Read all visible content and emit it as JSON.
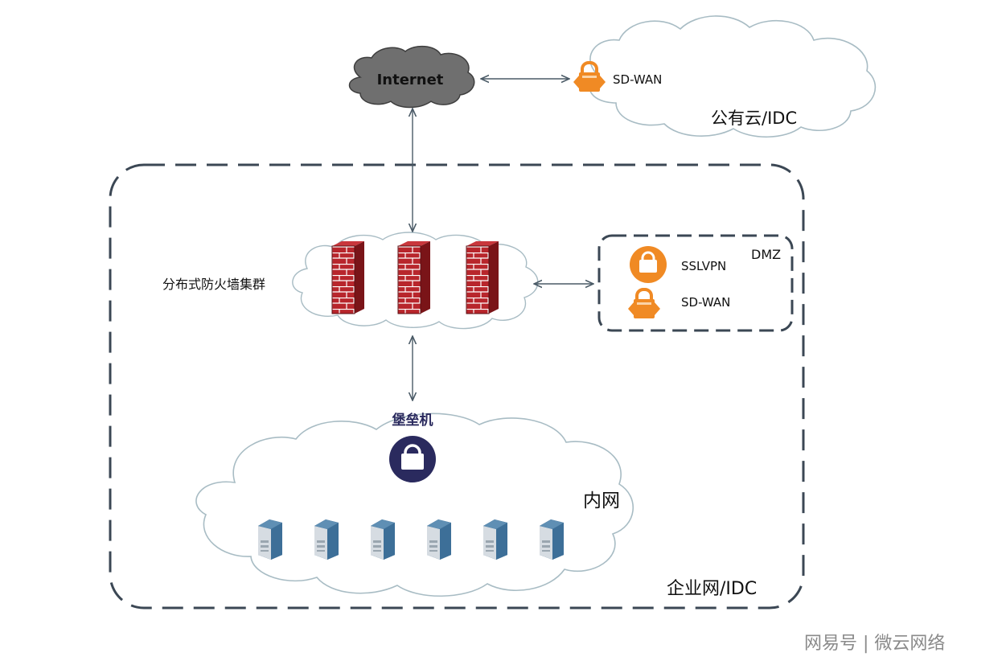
{
  "labels": {
    "internet": "Internet",
    "sdwan_cloud": "SD-WAN",
    "public_cloud": "公有云/IDC",
    "firewall_cluster": "分布式防火墙集群",
    "dmz": "DMZ",
    "sslvpn": "SSLVPN",
    "sdwan_dmz": "SD-WAN",
    "bastion": "堡垒机",
    "intranet": "内网",
    "enterprise": "企业网/IDC"
  },
  "watermark": "网易号 | 微云网络",
  "colors": {
    "orange": "#f08a24",
    "dashed_border": "#3b4754",
    "cloud_stroke": "#a8bcc4",
    "bastion": "#2a2a5e",
    "internet_cloud": "#6f6f6f",
    "firewall_brick": "#b5262c",
    "server": "#3a6d96"
  },
  "icons": {
    "internet": "cloud-icon",
    "sdwan": "sdwan-lock-icon",
    "sslvpn": "lock-icon",
    "firewall": "firewall-icon",
    "bastion": "lock-icon",
    "server": "server-icon"
  },
  "firewall_count": 3,
  "server_count": 6
}
